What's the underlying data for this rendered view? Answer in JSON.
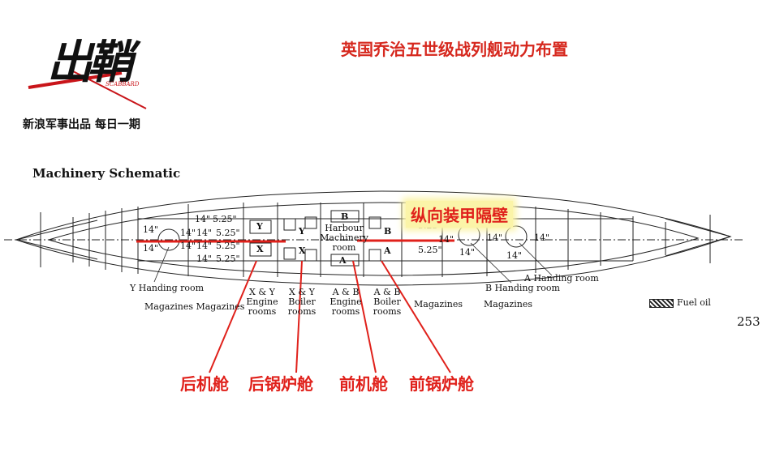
{
  "logo": {
    "mark": "出鞘",
    "sub_mark": "SCABBARD",
    "tagline": "新浪军事出品 每日一期"
  },
  "title": "英国乔治五世级战列舰动力布置",
  "schematic_title": "Machinery Schematic",
  "page_number": "253",
  "armor_label": "纵向装甲隔壁",
  "thickness_labels": [
    "14\"",
    "14\"",
    "5.25\"",
    "14\"",
    "14\"",
    "14\"",
    "5.25\"",
    "14\"",
    "14\"",
    "5.25\"",
    "5.25\"",
    "14\"",
    "14\"",
    "14\"",
    "14\"",
    "14\"",
    "14\""
  ],
  "room_letters": {
    "y_engine": "Y",
    "x_engine": "X",
    "y_boiler": "Y",
    "x_boiler": "X",
    "b_engine": "B",
    "a_engine": "A",
    "b_boiler": "B",
    "a_boiler": "A"
  },
  "harbour": "Harbour Machinery room",
  "labels": {
    "y_handing": "Y Handing room",
    "a_handing": "A Handing room",
    "b_handing": "B Handing room",
    "magazines_aft": "Magazines Magazines",
    "xy_engine": "X & Y Engine rooms",
    "xy_boiler": "X & Y Boiler rooms",
    "ab_engine": "A & B Engine rooms",
    "ab_boiler": "A & B Boiler rooms",
    "magazines_fwd_1": "Magazines",
    "magazines_fwd_2": "Magazines",
    "fuel_oil": "Fuel oil"
  },
  "callouts": {
    "aft_engine": "后机舱",
    "aft_boiler": "后锅炉舱",
    "fwd_engine": "前机舱",
    "fwd_boiler": "前锅炉舱"
  },
  "colors": {
    "title_red": "#d6281e",
    "callout_red": "#e0211b",
    "highlight_yellow": "#fbf4a8",
    "ink": "#222222"
  }
}
